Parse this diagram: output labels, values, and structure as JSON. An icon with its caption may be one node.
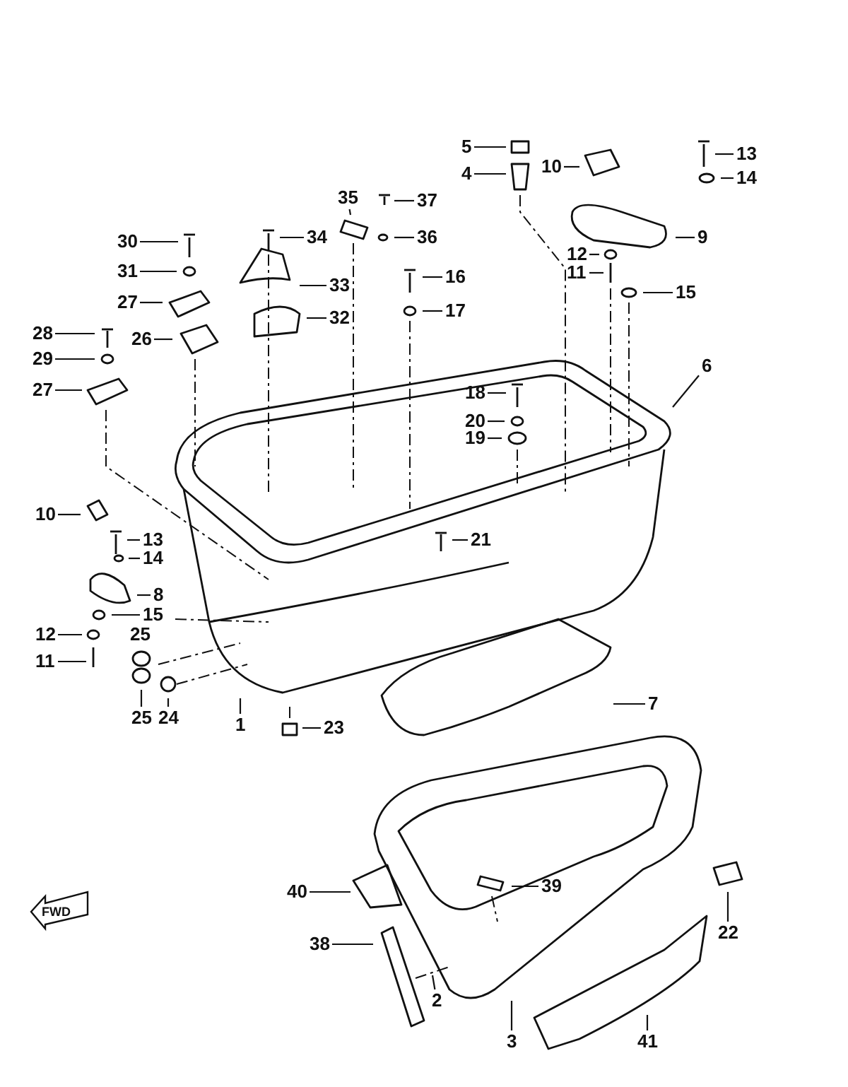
{
  "diagram": {
    "nodes": [
      {
        "text": [
          "5"
        ]
      },
      {
        "text": [
          "4"
        ]
      },
      {
        "text": [
          "10"
        ]
      },
      {
        "text": [
          "13"
        ]
      },
      {
        "text": [
          "14"
        ]
      },
      {
        "text": [
          "9"
        ]
      },
      {
        "text": [
          "35"
        ]
      },
      {
        "text": [
          "37"
        ]
      },
      {
        "text": [
          "36"
        ]
      },
      {
        "text": [
          "30"
        ]
      },
      {
        "text": [
          "34"
        ]
      },
      {
        "text": [
          "31"
        ]
      },
      {
        "text": [
          "33"
        ]
      },
      {
        "text": [
          "16"
        ]
      },
      {
        "text": [
          "12"
        ]
      },
      {
        "text": [
          "11"
        ]
      },
      {
        "text": [
          "27"
        ]
      },
      {
        "text": [
          "17"
        ]
      },
      {
        "text": [
          "15"
        ]
      },
      {
        "text": [
          "32"
        ]
      },
      {
        "text": [
          "28"
        ]
      },
      {
        "text": [
          "26"
        ]
      },
      {
        "text": [
          "29"
        ]
      },
      {
        "text": [
          "6"
        ]
      },
      {
        "text": [
          "27"
        ]
      },
      {
        "text": [
          "18"
        ]
      },
      {
        "text": [
          "20"
        ]
      },
      {
        "text": [
          "19"
        ]
      },
      {
        "text": [
          "10"
        ]
      },
      {
        "text": [
          "21"
        ]
      },
      {
        "text": [
          "13"
        ]
      },
      {
        "text": [
          "14"
        ]
      },
      {
        "text": [
          "8"
        ]
      },
      {
        "text": [
          "15"
        ]
      },
      {
        "text": [
          "12"
        ]
      },
      {
        "text": [
          "11"
        ]
      },
      {
        "text": [
          "25"
        ]
      },
      {
        "text": [
          "24"
        ]
      },
      {
        "text": [
          "1"
        ]
      },
      {
        "text": [
          "23"
        ]
      },
      {
        "text": [
          "7"
        ]
      },
      {
        "text": [
          "40"
        ]
      },
      {
        "text": [
          "39"
        ]
      },
      {
        "text": [
          "22"
        ]
      },
      {
        "text": [
          "38"
        ]
      },
      {
        "text": [
          "2"
        ]
      },
      {
        "text": [
          "3"
        ]
      },
      {
        "text": [
          "41"
        ]
      }
    ],
    "edges": [
      {
        "from": 0,
        "to": null,
        "arrow": "none"
      },
      {
        "from": 1,
        "to": null,
        "arrow": "none"
      },
      {
        "from": 2,
        "to": null,
        "arrow": "none"
      },
      {
        "from": 3,
        "to": null,
        "arrow": "none"
      },
      {
        "from": 4,
        "to": null,
        "arrow": "none"
      },
      {
        "from": 5,
        "to": null,
        "arrow": "none"
      },
      {
        "from": 6,
        "to": null,
        "arrow": "none"
      },
      {
        "from": 7,
        "to": null,
        "arrow": "none"
      },
      {
        "from": 8,
        "to": null,
        "arrow": "none"
      },
      {
        "from": 9,
        "to": null,
        "arrow": "none"
      },
      {
        "from": 10,
        "to": null,
        "arrow": "none"
      },
      {
        "from": 11,
        "to": null,
        "arrow": "none"
      },
      {
        "from": 12,
        "to": null,
        "arrow": "none"
      },
      {
        "from": 13,
        "to": null,
        "arrow": "none"
      },
      {
        "from": 14,
        "to": null,
        "arrow": "none"
      },
      {
        "from": 15,
        "to": null,
        "arrow": "none"
      },
      {
        "from": 16,
        "to": null,
        "arrow": "none"
      },
      {
        "from": 17,
        "to": null,
        "arrow": "none"
      },
      {
        "from": 18,
        "to": null,
        "arrow": "none"
      },
      {
        "from": 19,
        "to": null,
        "arrow": "none"
      },
      {
        "from": 20,
        "to": null,
        "arrow": "none"
      },
      {
        "from": 21,
        "to": null,
        "arrow": "none"
      },
      {
        "from": 22,
        "to": null,
        "arrow": "none"
      },
      {
        "from": 23,
        "to": null,
        "arrow": "none"
      },
      {
        "from": 24,
        "to": null,
        "arrow": "none"
      },
      {
        "from": 25,
        "to": null,
        "arrow": "none"
      },
      {
        "from": 26,
        "to": null,
        "arrow": "none"
      },
      {
        "from": 27,
        "to": null,
        "arrow": "none"
      },
      {
        "from": 28,
        "to": null,
        "arrow": "none"
      },
      {
        "from": 29,
        "to": null,
        "arrow": "none"
      },
      {
        "from": 30,
        "to": null,
        "arrow": "none"
      },
      {
        "from": 31,
        "to": null,
        "arrow": "none"
      },
      {
        "from": 32,
        "to": null,
        "arrow": "none"
      },
      {
        "from": 33,
        "to": null,
        "arrow": "none"
      },
      {
        "from": 34,
        "to": null,
        "arrow": "none"
      },
      {
        "from": 35,
        "to": null,
        "arrow": "none"
      },
      {
        "from": 36,
        "to": null,
        "arrow": "none"
      },
      {
        "from": 37,
        "to": null,
        "arrow": "none"
      },
      {
        "from": 38,
        "to": null,
        "arrow": "none"
      },
      {
        "from": 39,
        "to": null,
        "arrow": "none"
      },
      {
        "from": 40,
        "to": null,
        "arrow": "none"
      },
      {
        "from": 41,
        "to": null,
        "arrow": "none"
      },
      {
        "from": 42,
        "to": null,
        "arrow": "none"
      },
      {
        "from": 43,
        "to": null,
        "arrow": "none"
      },
      {
        "from": 44,
        "to": null,
        "arrow": "none"
      },
      {
        "from": 45,
        "to": null,
        "arrow": "none"
      },
      {
        "from": 46,
        "to": null,
        "arrow": "none"
      },
      {
        "from": 47,
        "to": null,
        "arrow": "none"
      }
    ],
    "labels": [
      "25",
      "FWD"
    ]
  }
}
